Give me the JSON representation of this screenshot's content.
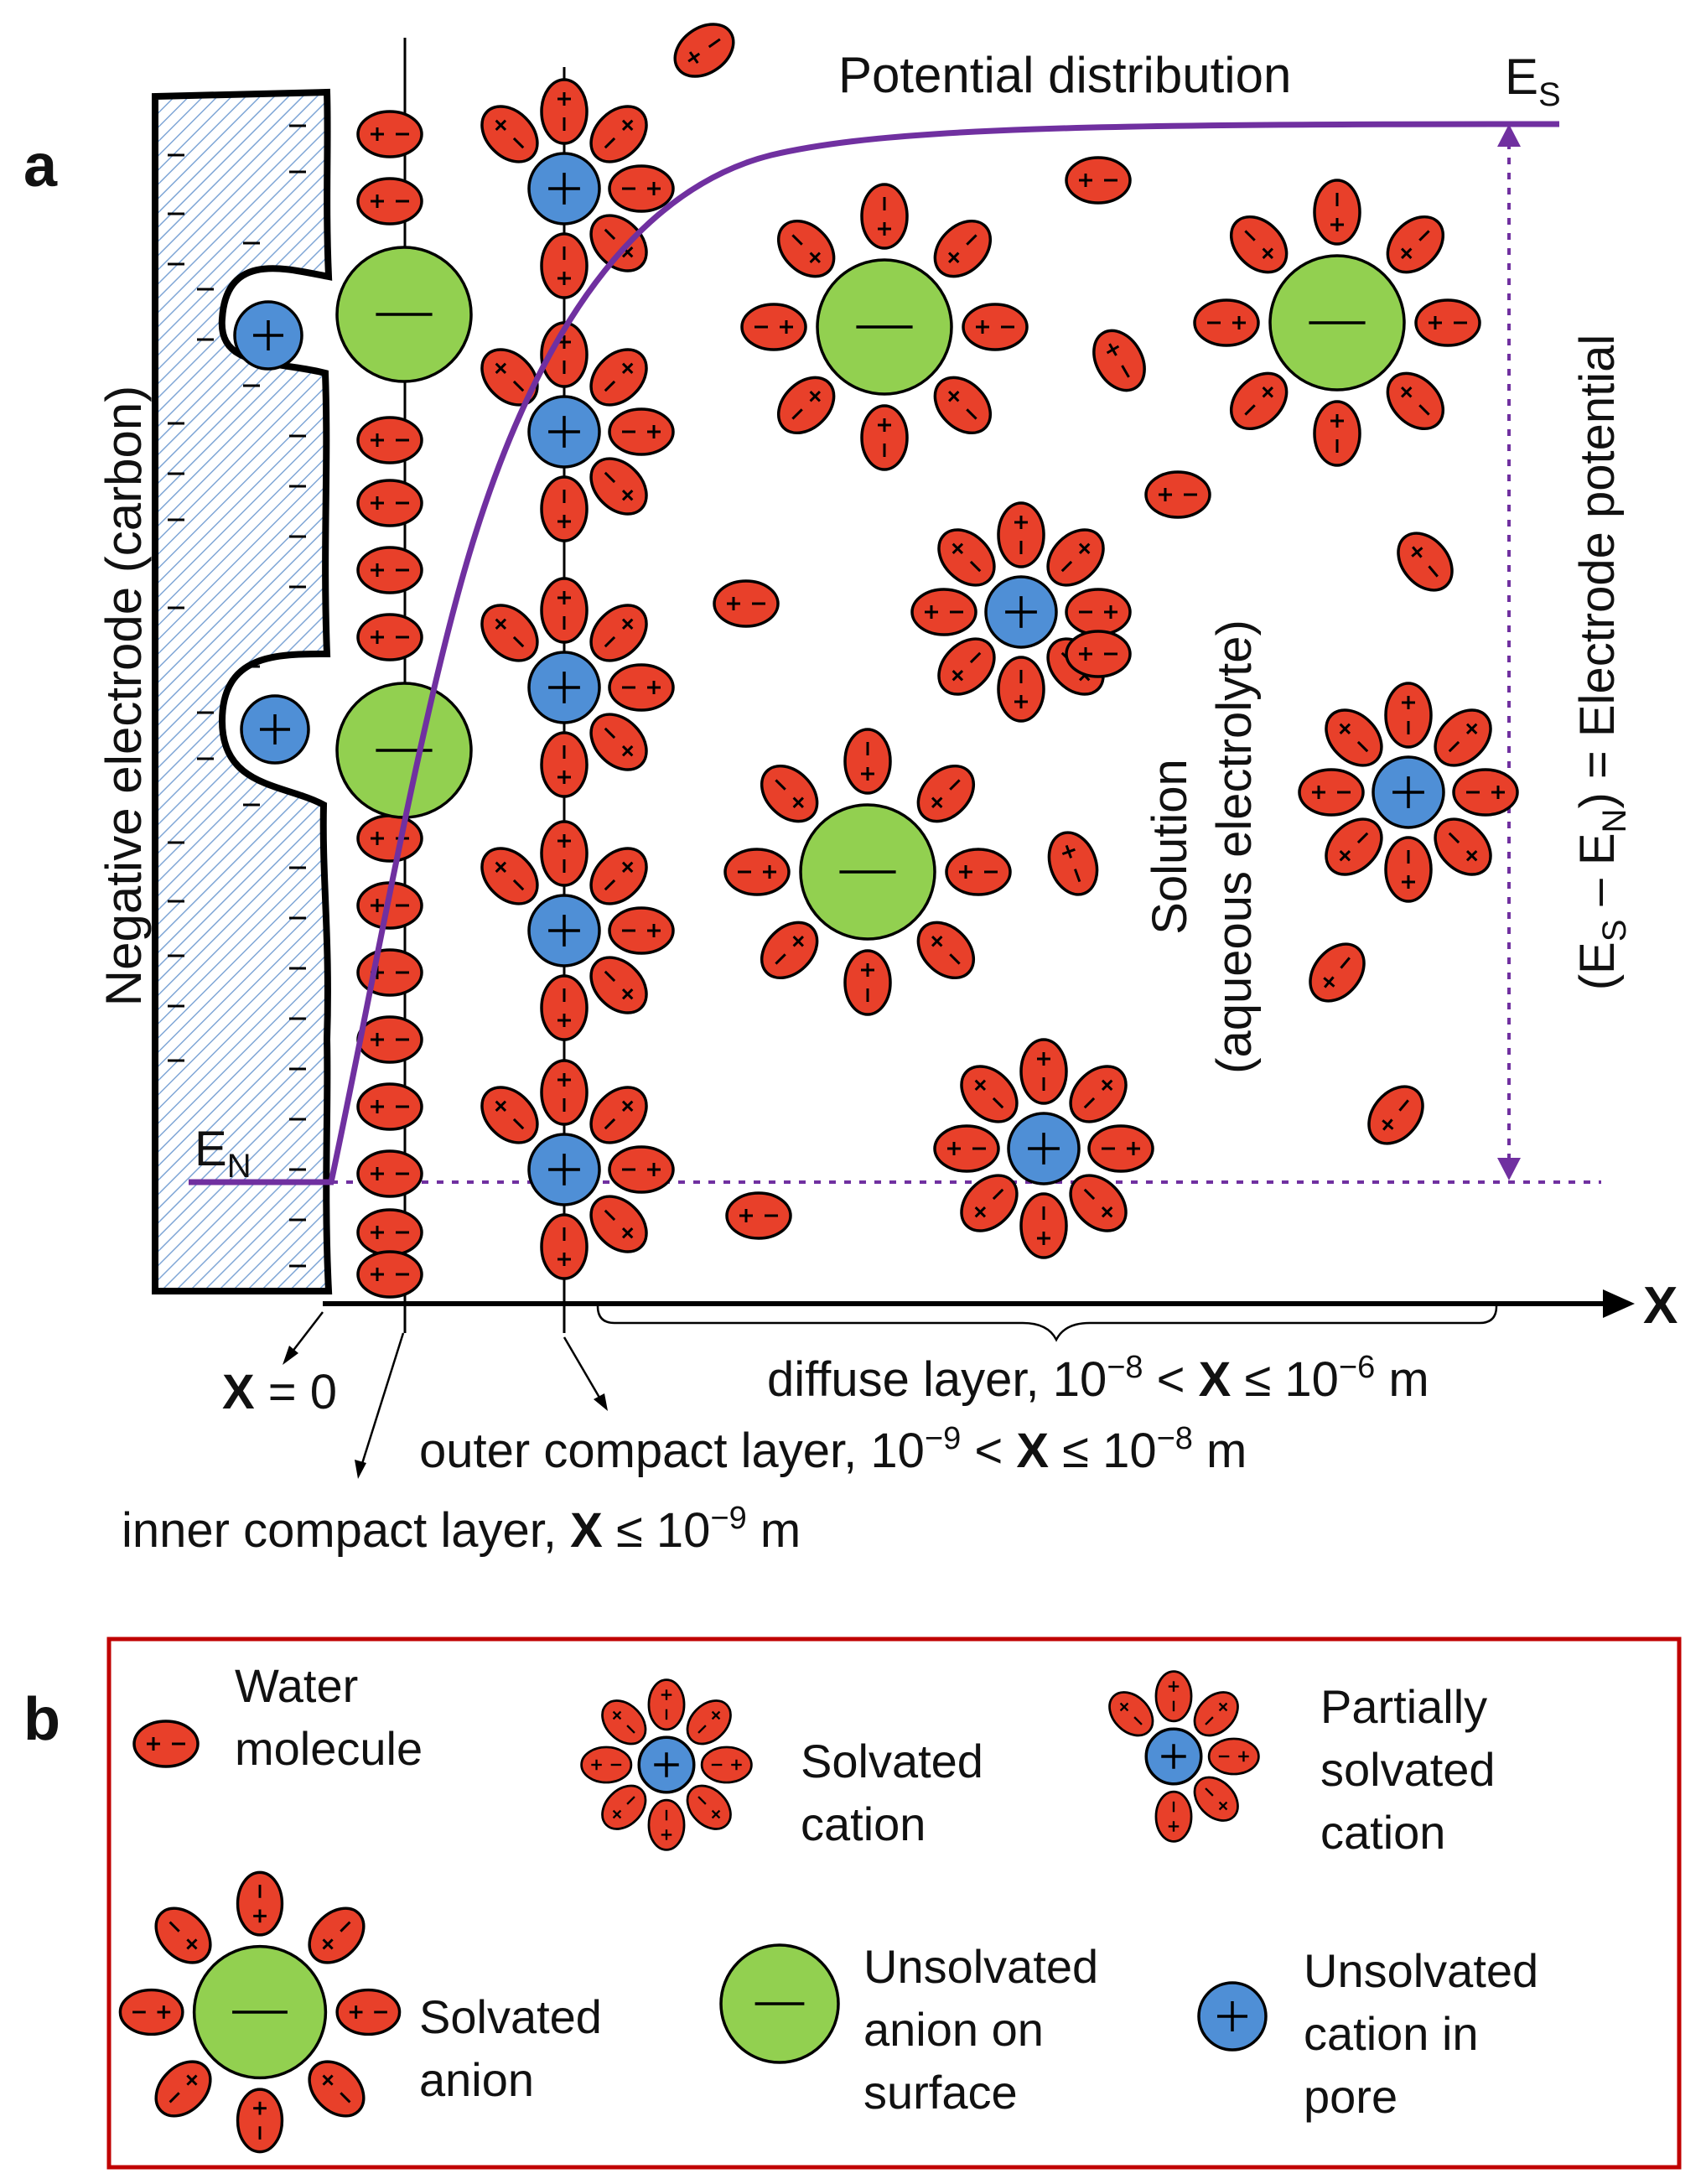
{
  "panel_a": {
    "label": "a",
    "potential_title": "Potential distribution",
    "es": {
      "main": "E",
      "sub": "S"
    },
    "en": {
      "main": "E",
      "sub": "N"
    },
    "electrode_label": "Negative electrode (carbon)",
    "solution_line1": "Solution",
    "solution_line2": "(aqueous electrolyte)",
    "potential_axis": {
      "open": "(E",
      "s": "S",
      "mid": " – E",
      "n": "N",
      "close": ") = Electrode potential"
    },
    "axis_label": "X",
    "x0": {
      "var": "X",
      "rest": " = 0"
    },
    "inner_layer": {
      "pre": "inner compact layer, ",
      "var": "X",
      "rel": " ≤ 10",
      "exp": "−9",
      "unit": " m"
    },
    "outer_layer": {
      "pre": "outer compact layer, 10",
      "exp1": "−9",
      "rel1": " < ",
      "var": "X",
      "rel2": " ≤ 10",
      "exp2": "−8",
      "unit": " m"
    },
    "diffuse_layer": {
      "pre": "diffuse layer, 10",
      "exp1": "−8",
      "rel1": " < ",
      "var": "X",
      "rel2": " ≤ 10",
      "exp2": "−6",
      "unit": " m"
    }
  },
  "panel_b": {
    "label": "b",
    "legend": [
      {
        "key": "water",
        "lines": [
          "Water",
          "molecule"
        ]
      },
      {
        "key": "solvated-cation",
        "lines": [
          "Solvated",
          "cation"
        ]
      },
      {
        "key": "partially-solvated-cation",
        "lines": [
          "Partially",
          "solvated",
          "cation"
        ]
      },
      {
        "key": "solvated-anion",
        "lines": [
          "Solvated",
          "anion"
        ]
      },
      {
        "key": "unsolvated-anion",
        "lines": [
          "Unsolvated",
          "anion on",
          "surface"
        ]
      },
      {
        "key": "unsolvated-cation",
        "lines": [
          "Unsolvated",
          "cation in",
          "pore"
        ]
      }
    ]
  },
  "colors": {
    "water": "#e8402a",
    "cation": "#4f8fd6",
    "anion": "#92d050",
    "potential_curve": "#7030a0",
    "legend_border": "#c00000",
    "electrode_hatch": "#7fa6d6"
  }
}
